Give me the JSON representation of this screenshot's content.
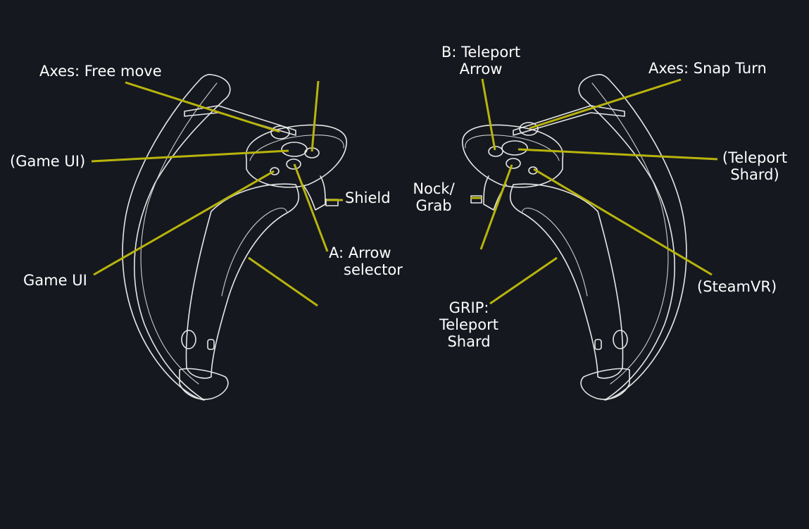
{
  "labels": {
    "axes_free_move": "Axes: Free move",
    "game_ui_paren": "(Game UI)",
    "game_ui": "Game UI",
    "shield": "Shield",
    "a_line1": "A: Arrow",
    "a_line2": "selector",
    "b_line1": "B: Teleport",
    "b_line2": "Arrow",
    "axes_snap_turn": "Axes: Snap Turn",
    "teleport_shard_paren_line1": "(Teleport",
    "teleport_shard_paren_line2": "Shard)",
    "nock_line1": "Nock/",
    "nock_line2": "Grab",
    "steamvr": "(SteamVR)",
    "grip_line1": "GRIP:",
    "grip_line2": "Teleport",
    "grip_line3": "Shard"
  },
  "colors": {
    "background": "#15181f",
    "leader": "#b8b40c",
    "outline": "#e6e6e6",
    "text": "#ffffff"
  }
}
